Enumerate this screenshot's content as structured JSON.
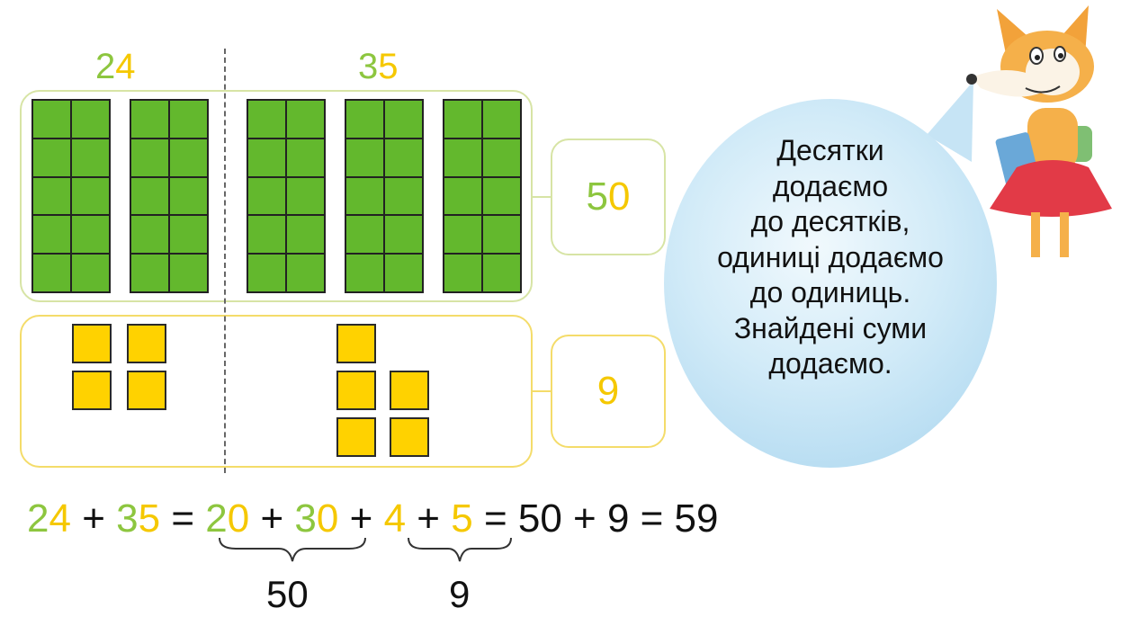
{
  "header": {
    "left_number": {
      "tens_digit": "2",
      "ones_digit": "4"
    },
    "right_number": {
      "tens_digit": "3",
      "ones_digit": "5"
    }
  },
  "results": {
    "tens_sum": {
      "tens_digit": "5",
      "ones_digit": "0"
    },
    "ones_sum": "9"
  },
  "speech_bubble": {
    "lines": [
      "Десятки",
      "додаємо",
      "до десятків,",
      "одиниці додаємо",
      "до одиниць.",
      "Знайдені суми",
      "додаємо."
    ]
  },
  "equation": {
    "a_tens": "2",
    "a_ones": "4",
    "plus1": "+",
    "b_tens": "3",
    "b_ones": "5",
    "eq1": "=",
    "t1_tens": "2",
    "t1_ones": "0",
    "plus2": "+",
    "t2_tens": "3",
    "t2_ones": "0",
    "plus3": "+",
    "u1": "4",
    "plus4": "+",
    "u2": "5",
    "rest": "= 50 + 9 = 59"
  },
  "brace_labels": {
    "tens_total": "50",
    "ones_total": "9"
  },
  "colors": {
    "tens": "#8dc63f",
    "ones": "#f5c800",
    "rod_fill": "#63b82d",
    "unit_fill": "#ffd200",
    "bubble": "#cfe9f7"
  },
  "illustration": {
    "character": "fox-with-book-icon"
  }
}
